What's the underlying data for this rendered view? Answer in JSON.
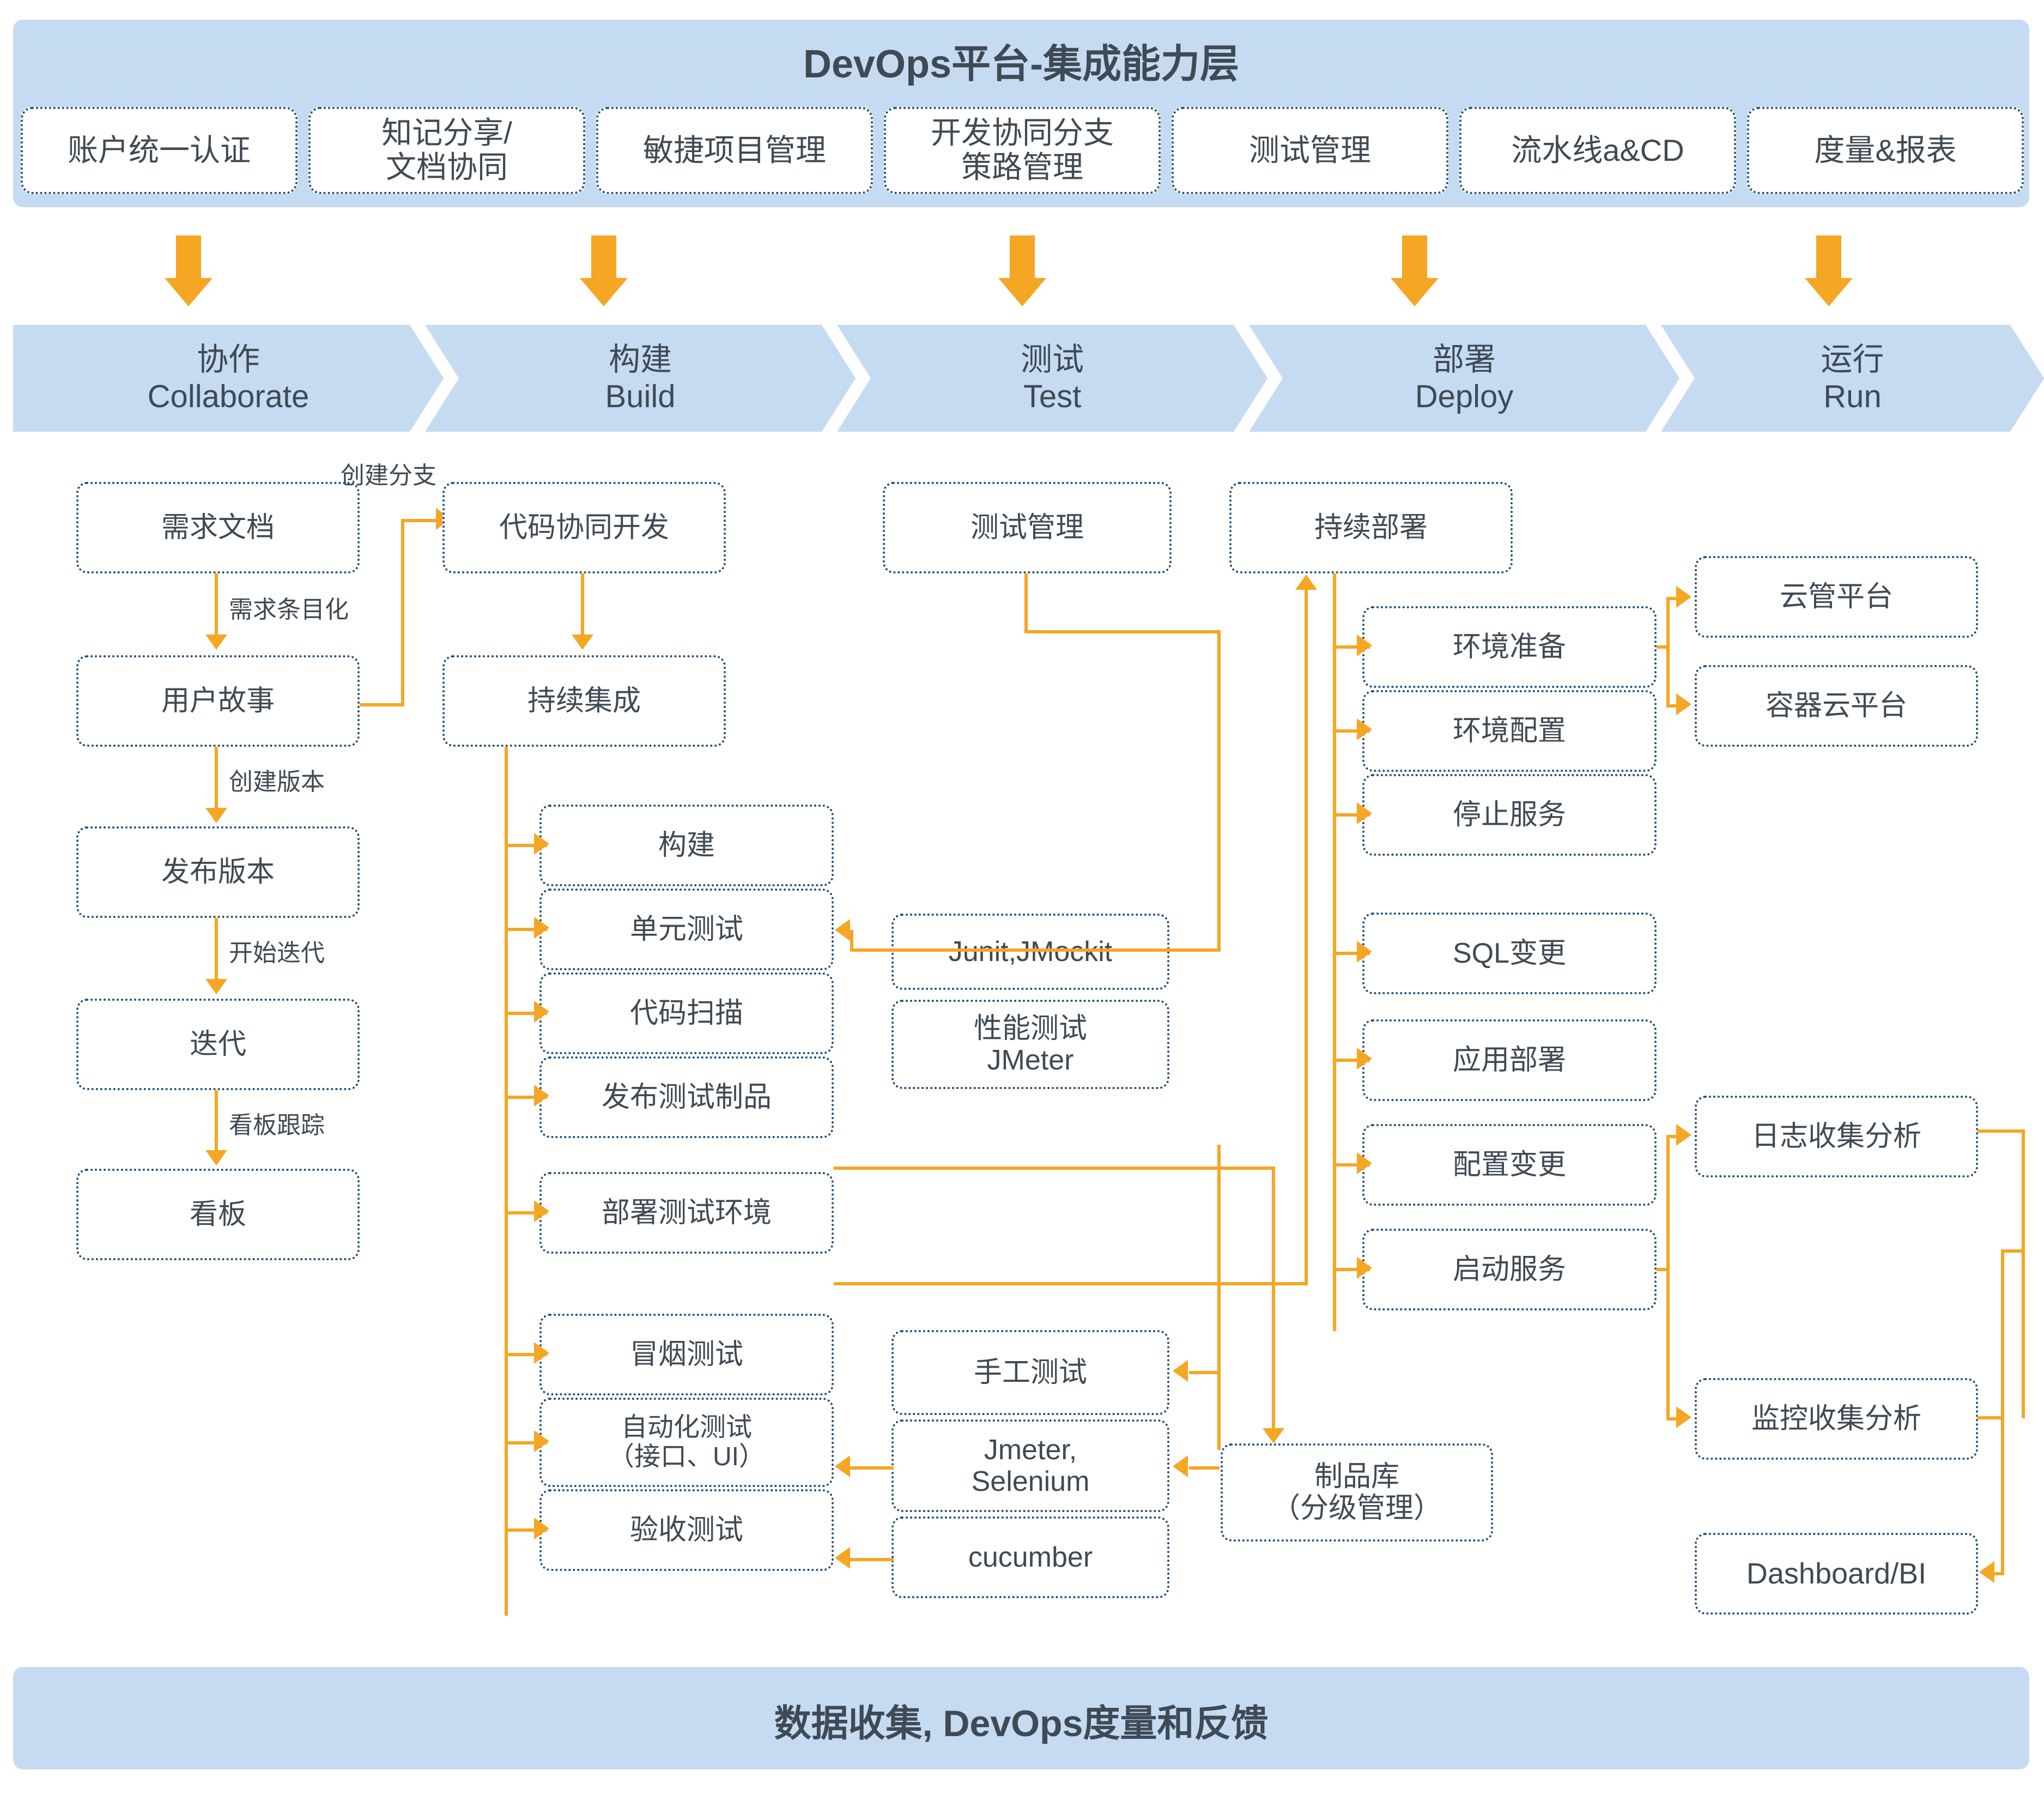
{
  "header": {
    "title": "DevOps平台-集成能力层",
    "capabilities": [
      {
        "label": "账户统一认证"
      },
      {
        "label": "知记分享/\n文档协同"
      },
      {
        "label": "敏捷项目管理"
      },
      {
        "label": "开发协同分支\n策路管理"
      },
      {
        "label": "测试管理"
      },
      {
        "label": "流水线a&CD"
      },
      {
        "label": "度量&报表"
      }
    ]
  },
  "phases": [
    {
      "cn": "协作",
      "en": "Collaborate"
    },
    {
      "cn": "构建",
      "en": "Build"
    },
    {
      "cn": "测试",
      "en": "Test"
    },
    {
      "cn": "部署",
      "en": "Deploy"
    },
    {
      "cn": "运行",
      "en": "Run"
    }
  ],
  "collaborate": {
    "nodes": [
      {
        "label": "需求文档"
      },
      {
        "label": "用户故事"
      },
      {
        "label": "发布版本"
      },
      {
        "label": "迭代"
      },
      {
        "label": "看板"
      }
    ],
    "edge_labels": [
      {
        "label": "需求条目化"
      },
      {
        "label": "创建版本"
      },
      {
        "label": "开始迭代"
      },
      {
        "label": "看板跟踪"
      },
      {
        "label": "创建分支"
      }
    ]
  },
  "build": {
    "nodes": [
      {
        "label": "代码协同开发"
      },
      {
        "label": "持续集成"
      }
    ],
    "ci_steps": [
      {
        "label": "构建"
      },
      {
        "label": "单元测试"
      },
      {
        "label": "代码扫描"
      },
      {
        "label": "发布测试制品"
      },
      {
        "label": "部署测试环境"
      },
      {
        "label": "冒烟测试"
      },
      {
        "label": "自动化测试\n（接口、UI）"
      },
      {
        "label": "验收测试"
      }
    ]
  },
  "test": {
    "nodes": [
      {
        "label": "测试管理"
      },
      {
        "label": "Junit,JMockit"
      },
      {
        "label": "性能测试\nJMeter"
      },
      {
        "label": "手工测试"
      },
      {
        "label": "Jmeter,\nSelenium"
      },
      {
        "label": "cucumber"
      },
      {
        "label": "制品库\n（分级管理）"
      }
    ]
  },
  "deploy": {
    "nodes": [
      {
        "label": "持续部署"
      },
      {
        "label": "环境准备"
      },
      {
        "label": "环境配置"
      },
      {
        "label": "停止服务"
      },
      {
        "label": "SQL变更"
      },
      {
        "label": "应用部署"
      },
      {
        "label": "配置变更"
      },
      {
        "label": "启动服务"
      }
    ]
  },
  "run": {
    "nodes": [
      {
        "label": "云管平台"
      },
      {
        "label": "容器云平台"
      },
      {
        "label": "日志收集分析"
      },
      {
        "label": "监控收集分析"
      },
      {
        "label": "Dashboard/BI"
      }
    ]
  },
  "footer": {
    "title": "数据收集, DevOps度量和反馈"
  },
  "colors": {
    "band": "#c5dbf2",
    "arrow": "#f5a623",
    "node_border": "#1f4e79",
    "text": "#3f4a54"
  }
}
